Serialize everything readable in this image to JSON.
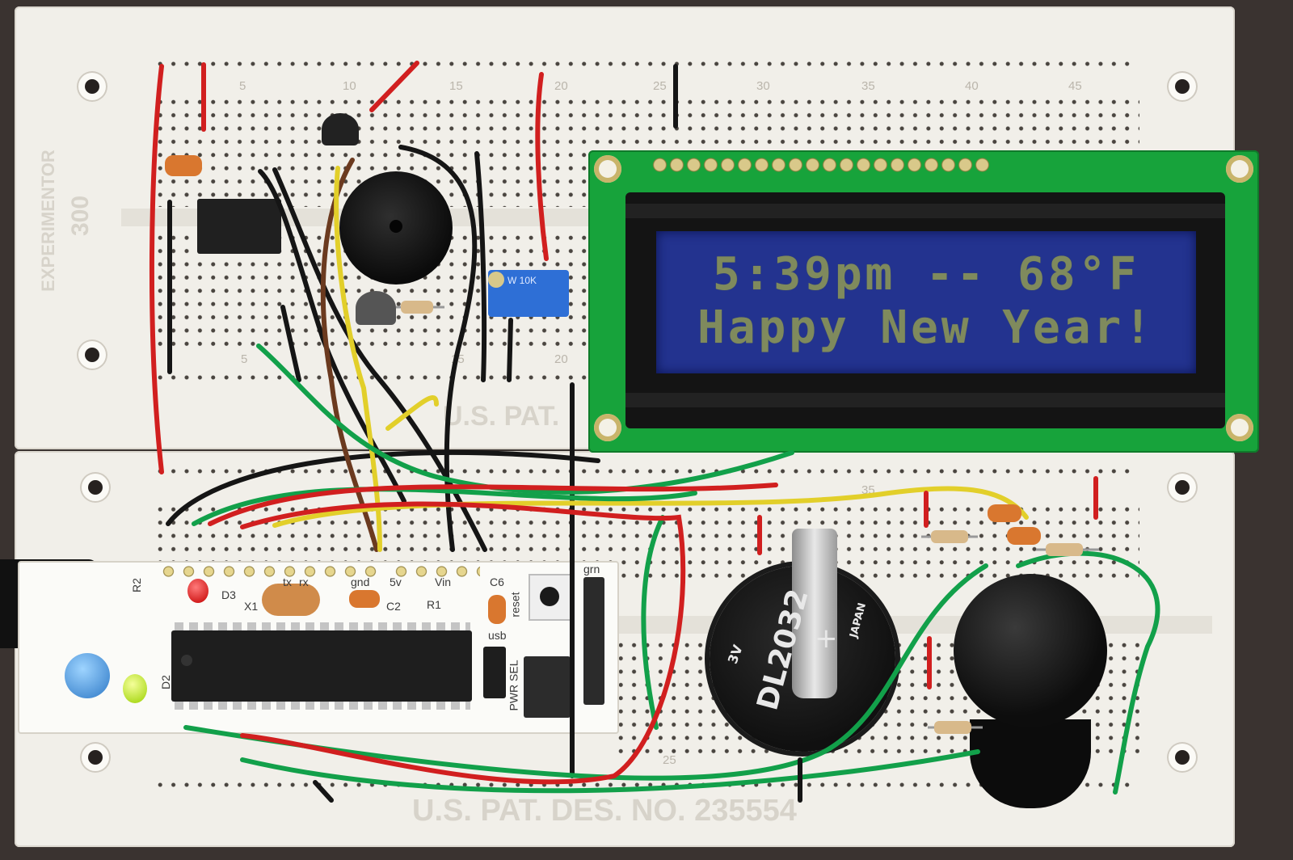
{
  "lcd": {
    "line1": "5:39pm -- 68°F",
    "line2": "Happy New Year!"
  },
  "breadboard": {
    "brand": "EXPERIMENTOR",
    "model": "300",
    "patent_top": "U.S. PAT.",
    "patent_bottom": "U.S. PAT. DES. NO. 235554",
    "top_columns": [
      "5",
      "10",
      "15",
      "20",
      "25",
      "30",
      "35",
      "40",
      "45"
    ],
    "bottom_columns": [
      "25",
      "35",
      "5",
      "15",
      "20"
    ]
  },
  "battery": {
    "voltage": "3V",
    "model": "DL2032",
    "origin": "JAPAN",
    "plus": "+"
  },
  "controller": {
    "labels": [
      "D3",
      "X1",
      "C2",
      "R1",
      "C6",
      "R2",
      "D2",
      "gnd",
      "5v",
      "Vin",
      "reset",
      "usb",
      "PWR SEL",
      "grn",
      "rx",
      "tx"
    ]
  },
  "pot": {
    "marking": "W 10K"
  },
  "colors": {
    "wire_red": "#d11f1f",
    "wire_black": "#151515",
    "wire_green": "#12a04a",
    "wire_yellow": "#e2cf2a",
    "lcd_background": "#23338f",
    "lcd_text": "#7f8a5d",
    "pcb": "#17a33b"
  }
}
